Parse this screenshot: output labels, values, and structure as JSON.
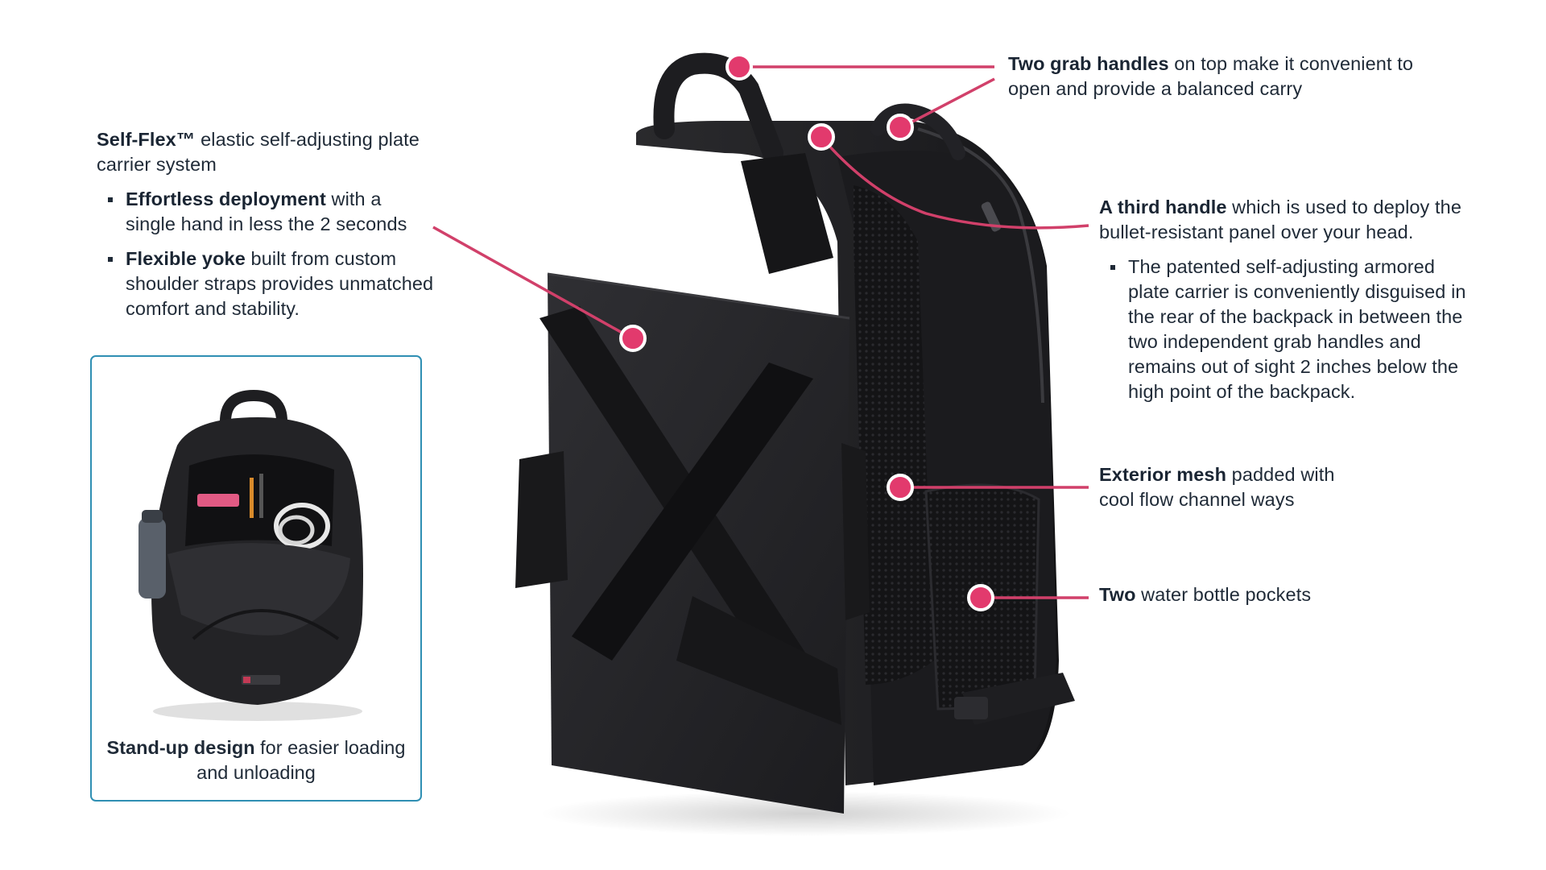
{
  "left_callout": {
    "title_bold": "Self-Flex™",
    "title_rest": " elastic self-adjusting plate carrier system",
    "bullets": [
      {
        "bold": "Effortless deployment",
        "rest": " with a single hand in less the 2 seconds"
      },
      {
        "bold": "Flexible yoke",
        "rest": " built from custom shoulder straps provides unmatched comfort and stability."
      }
    ]
  },
  "grab_handles": {
    "bold": "Two grab handles",
    "rest": " on top make it convenient to open and provide a balanced carry"
  },
  "third_handle": {
    "bold": "A third handle",
    "rest": " which is used to deploy the bullet-resistant panel over your head.",
    "bullet": "The patented self-adjusting armored plate carrier is conveniently disguised in the rear of the backpack in between the two independent grab handles and remains out of sight 2 inches below the high point of the backpack."
  },
  "mesh": {
    "bold": "Exterior mesh",
    "rest": " padded with cool flow channel ways"
  },
  "bottle": {
    "bold": "Two",
    "rest": " water bottle pockets"
  },
  "inset": {
    "bold": "Stand-up design",
    "rest": " for easier loading and unloading"
  },
  "colors": {
    "accent": "#e23a6d",
    "line": "#d1406a",
    "inset_border": "#2f8fb3",
    "text": "#1f2a37"
  }
}
